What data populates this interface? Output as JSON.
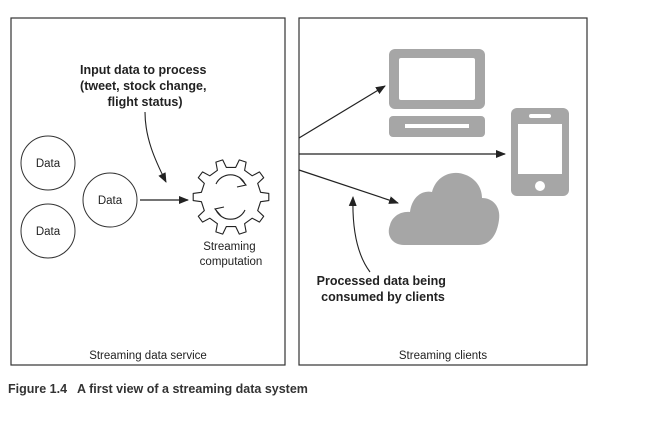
{
  "diagram": {
    "left_panel": {
      "label": "Streaming data service",
      "data_circles": [
        "Data",
        "Data",
        "Data"
      ],
      "input_annotation": [
        "Input data to process",
        "(tweet, stock change,",
        "flight status)"
      ],
      "gear_label": [
        "Streaming",
        "computation"
      ]
    },
    "right_panel": {
      "label": "Streaming clients",
      "clients": [
        "desktop-computer-icon",
        "mobile-phone-icon",
        "cloud-icon"
      ],
      "output_annotation": [
        "Processed data being",
        "consumed by clients"
      ]
    },
    "colors": {
      "icon_fill": "#a6a6a6",
      "stroke": "#222222",
      "panel_border": "#333333"
    }
  },
  "caption": {
    "number": "Figure 1.4",
    "text": "A first view of a streaming data system"
  }
}
